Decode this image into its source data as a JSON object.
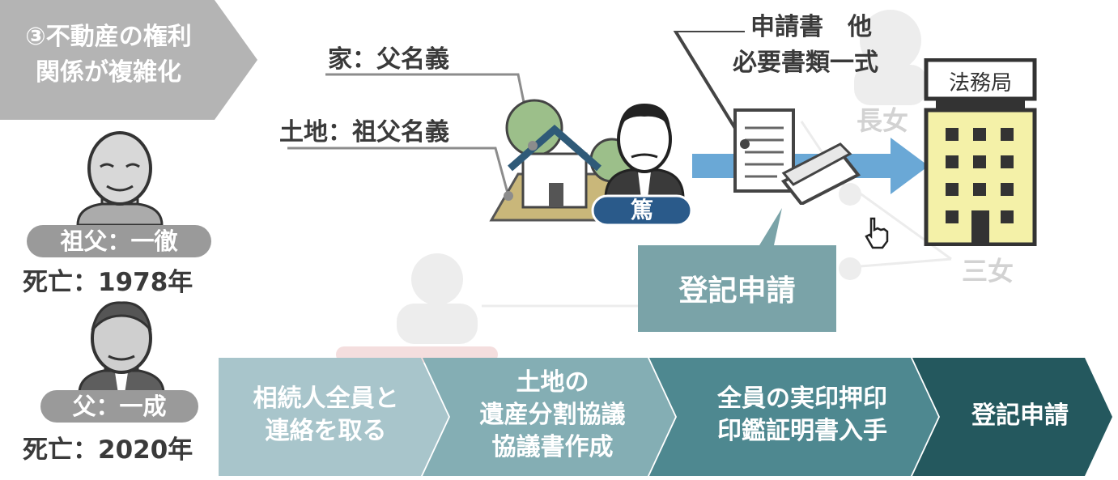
{
  "heading": {
    "line1": "③不動産の権利",
    "line2": "関係が複雑化"
  },
  "people": {
    "grandfather": {
      "label": "祖父：一徹",
      "death": "死亡：1978年"
    },
    "father": {
      "label": "父：一成",
      "death": "死亡：2020年"
    },
    "applicant": {
      "name": "篤"
    }
  },
  "property": {
    "house_owner": "家：父名義",
    "land_owner": "土地：祖父名義"
  },
  "documents": {
    "line1": "申請書　他",
    "line2": "必要書類一式"
  },
  "office": {
    "label": "法務局"
  },
  "bubble": {
    "text": "登記申請"
  },
  "background_labels": {
    "eldest_daughter": "長女",
    "third_daughter": "三女"
  },
  "steps": [
    {
      "line1": "相続人全員と",
      "line2": "連絡を取る",
      "line3": ""
    },
    {
      "line1": "土地の",
      "line2": "遺産分割協議",
      "line3": "協議書作成"
    },
    {
      "line1": "全員の実印押印",
      "line2": "印鑑証明書入手",
      "line3": ""
    },
    {
      "line1": "登記申請",
      "line2": "",
      "line3": ""
    }
  ],
  "colors": {
    "step1": "#a8c5cb",
    "step2": "#84aeb4",
    "step3": "#4e8890",
    "step4": "#24585e",
    "bubble": "#7aa3a8",
    "arrow": "#6aa8d6",
    "office_body": "#f4f1a8",
    "name_badge": "#2a5a8a",
    "grey_banner": "#b4b4b4"
  }
}
